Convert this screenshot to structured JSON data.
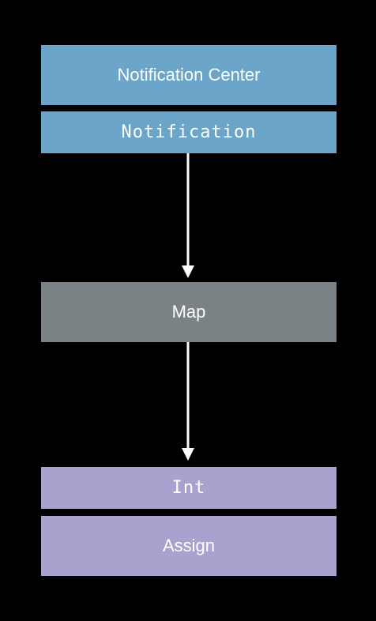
{
  "diagram": {
    "publisher": {
      "label": "Notification Center",
      "color": "#6ba5c9"
    },
    "publisher_output": {
      "label": "Notification",
      "color": "#6ba5c9"
    },
    "operator": {
      "label": "Map",
      "color": "#7b8285"
    },
    "subscriber_input": {
      "label": "Int",
      "color": "#a9a2cf"
    },
    "subscriber": {
      "label": "Assign",
      "color": "#a9a2cf"
    },
    "arrow_color": "#ffffff"
  }
}
